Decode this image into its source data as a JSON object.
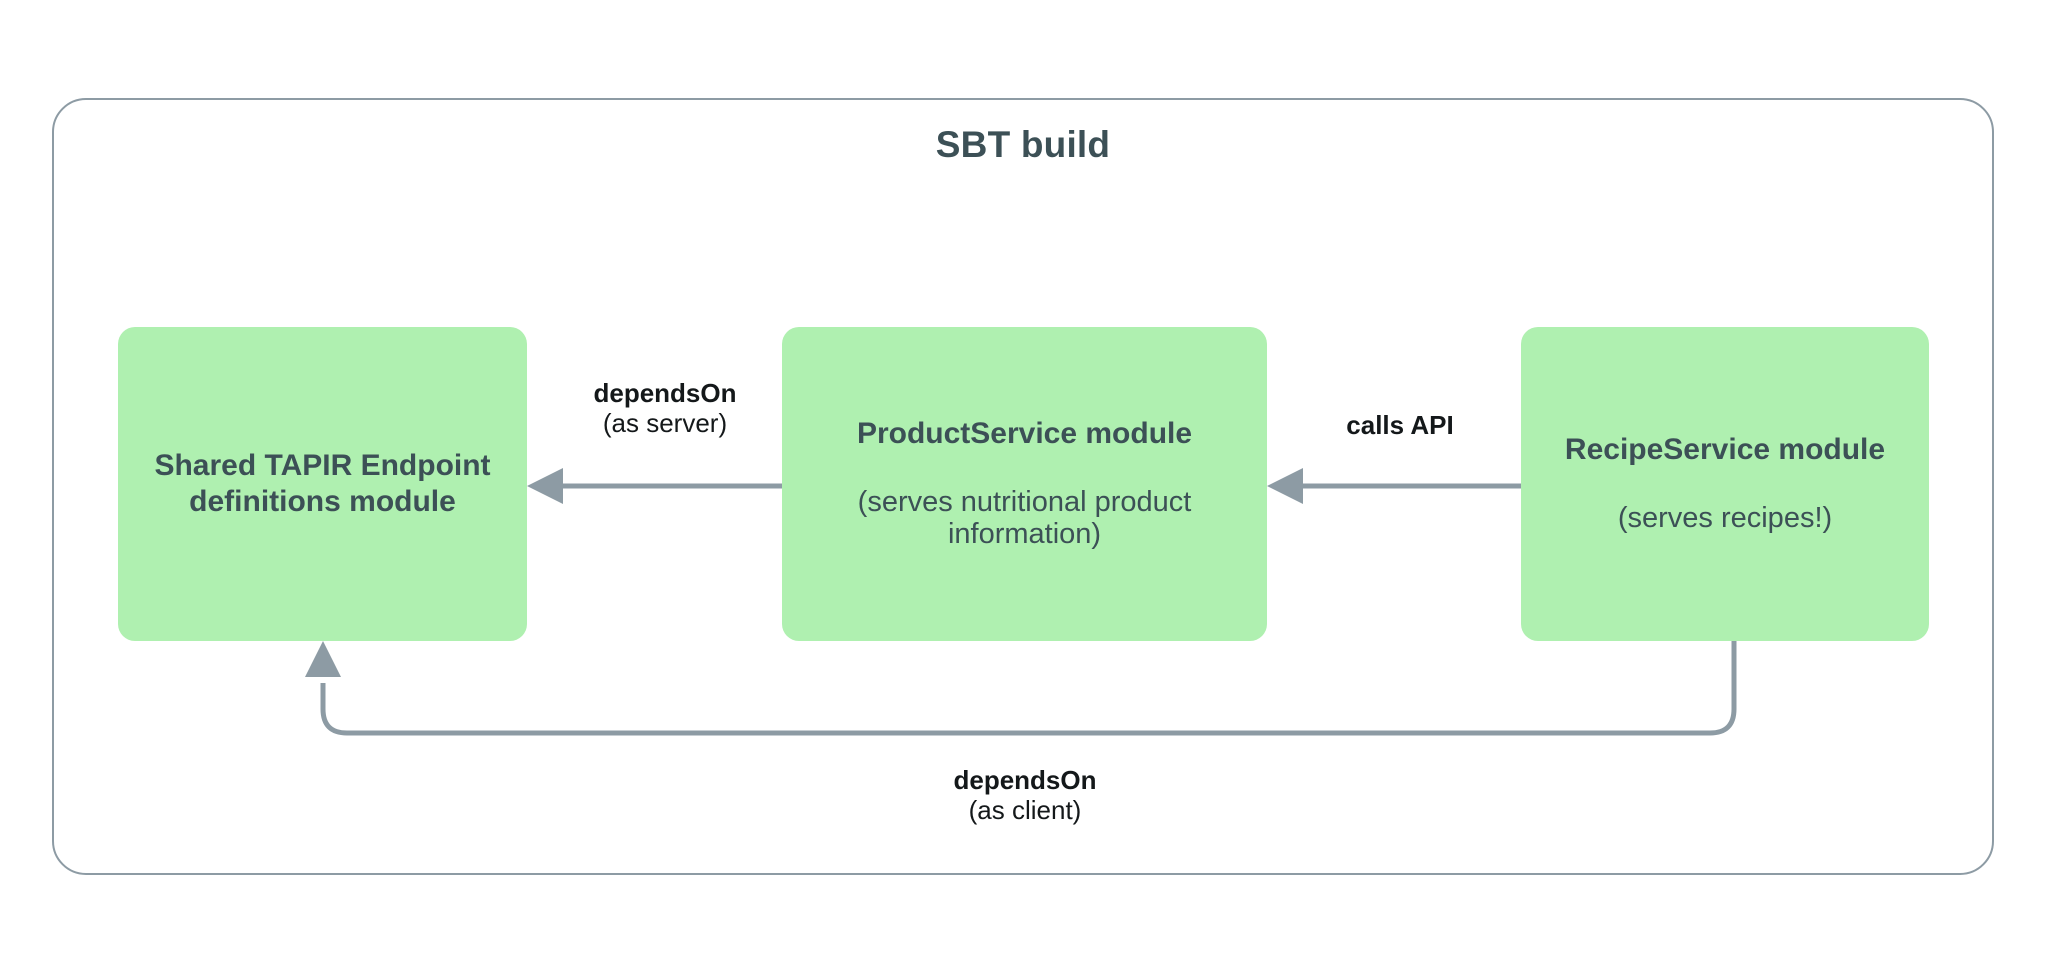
{
  "diagram": {
    "container": {
      "title": "SBT build",
      "border_color": "#8d9ba4"
    },
    "theme": {
      "box_fill": "#aff0b0",
      "box_text": "#3c5056",
      "connector_color": "#8d9ba4",
      "label_text": "#14181a",
      "background": "#ffffff"
    },
    "nodes": [
      {
        "id": "shared-tapir",
        "title": "Shared TAPIR Endpoint definitions module",
        "subtitle": ""
      },
      {
        "id": "product-service",
        "title": "ProductService module",
        "subtitle": "(serves nutritional product information)"
      },
      {
        "id": "recipe-service",
        "title": "RecipeService module",
        "subtitle": "(serves recipes!)"
      }
    ],
    "edges": [
      {
        "id": "product-dependson-shared",
        "from": "product-service",
        "to": "shared-tapir",
        "label_strong": "dependsOn",
        "label_weak": "(as server)"
      },
      {
        "id": "recipe-calls-product",
        "from": "recipe-service",
        "to": "product-service",
        "label_strong": "calls API",
        "label_weak": ""
      },
      {
        "id": "recipe-dependson-shared",
        "from": "recipe-service",
        "to": "shared-tapir",
        "label_strong": "dependsOn",
        "label_weak": "(as client)"
      }
    ]
  }
}
